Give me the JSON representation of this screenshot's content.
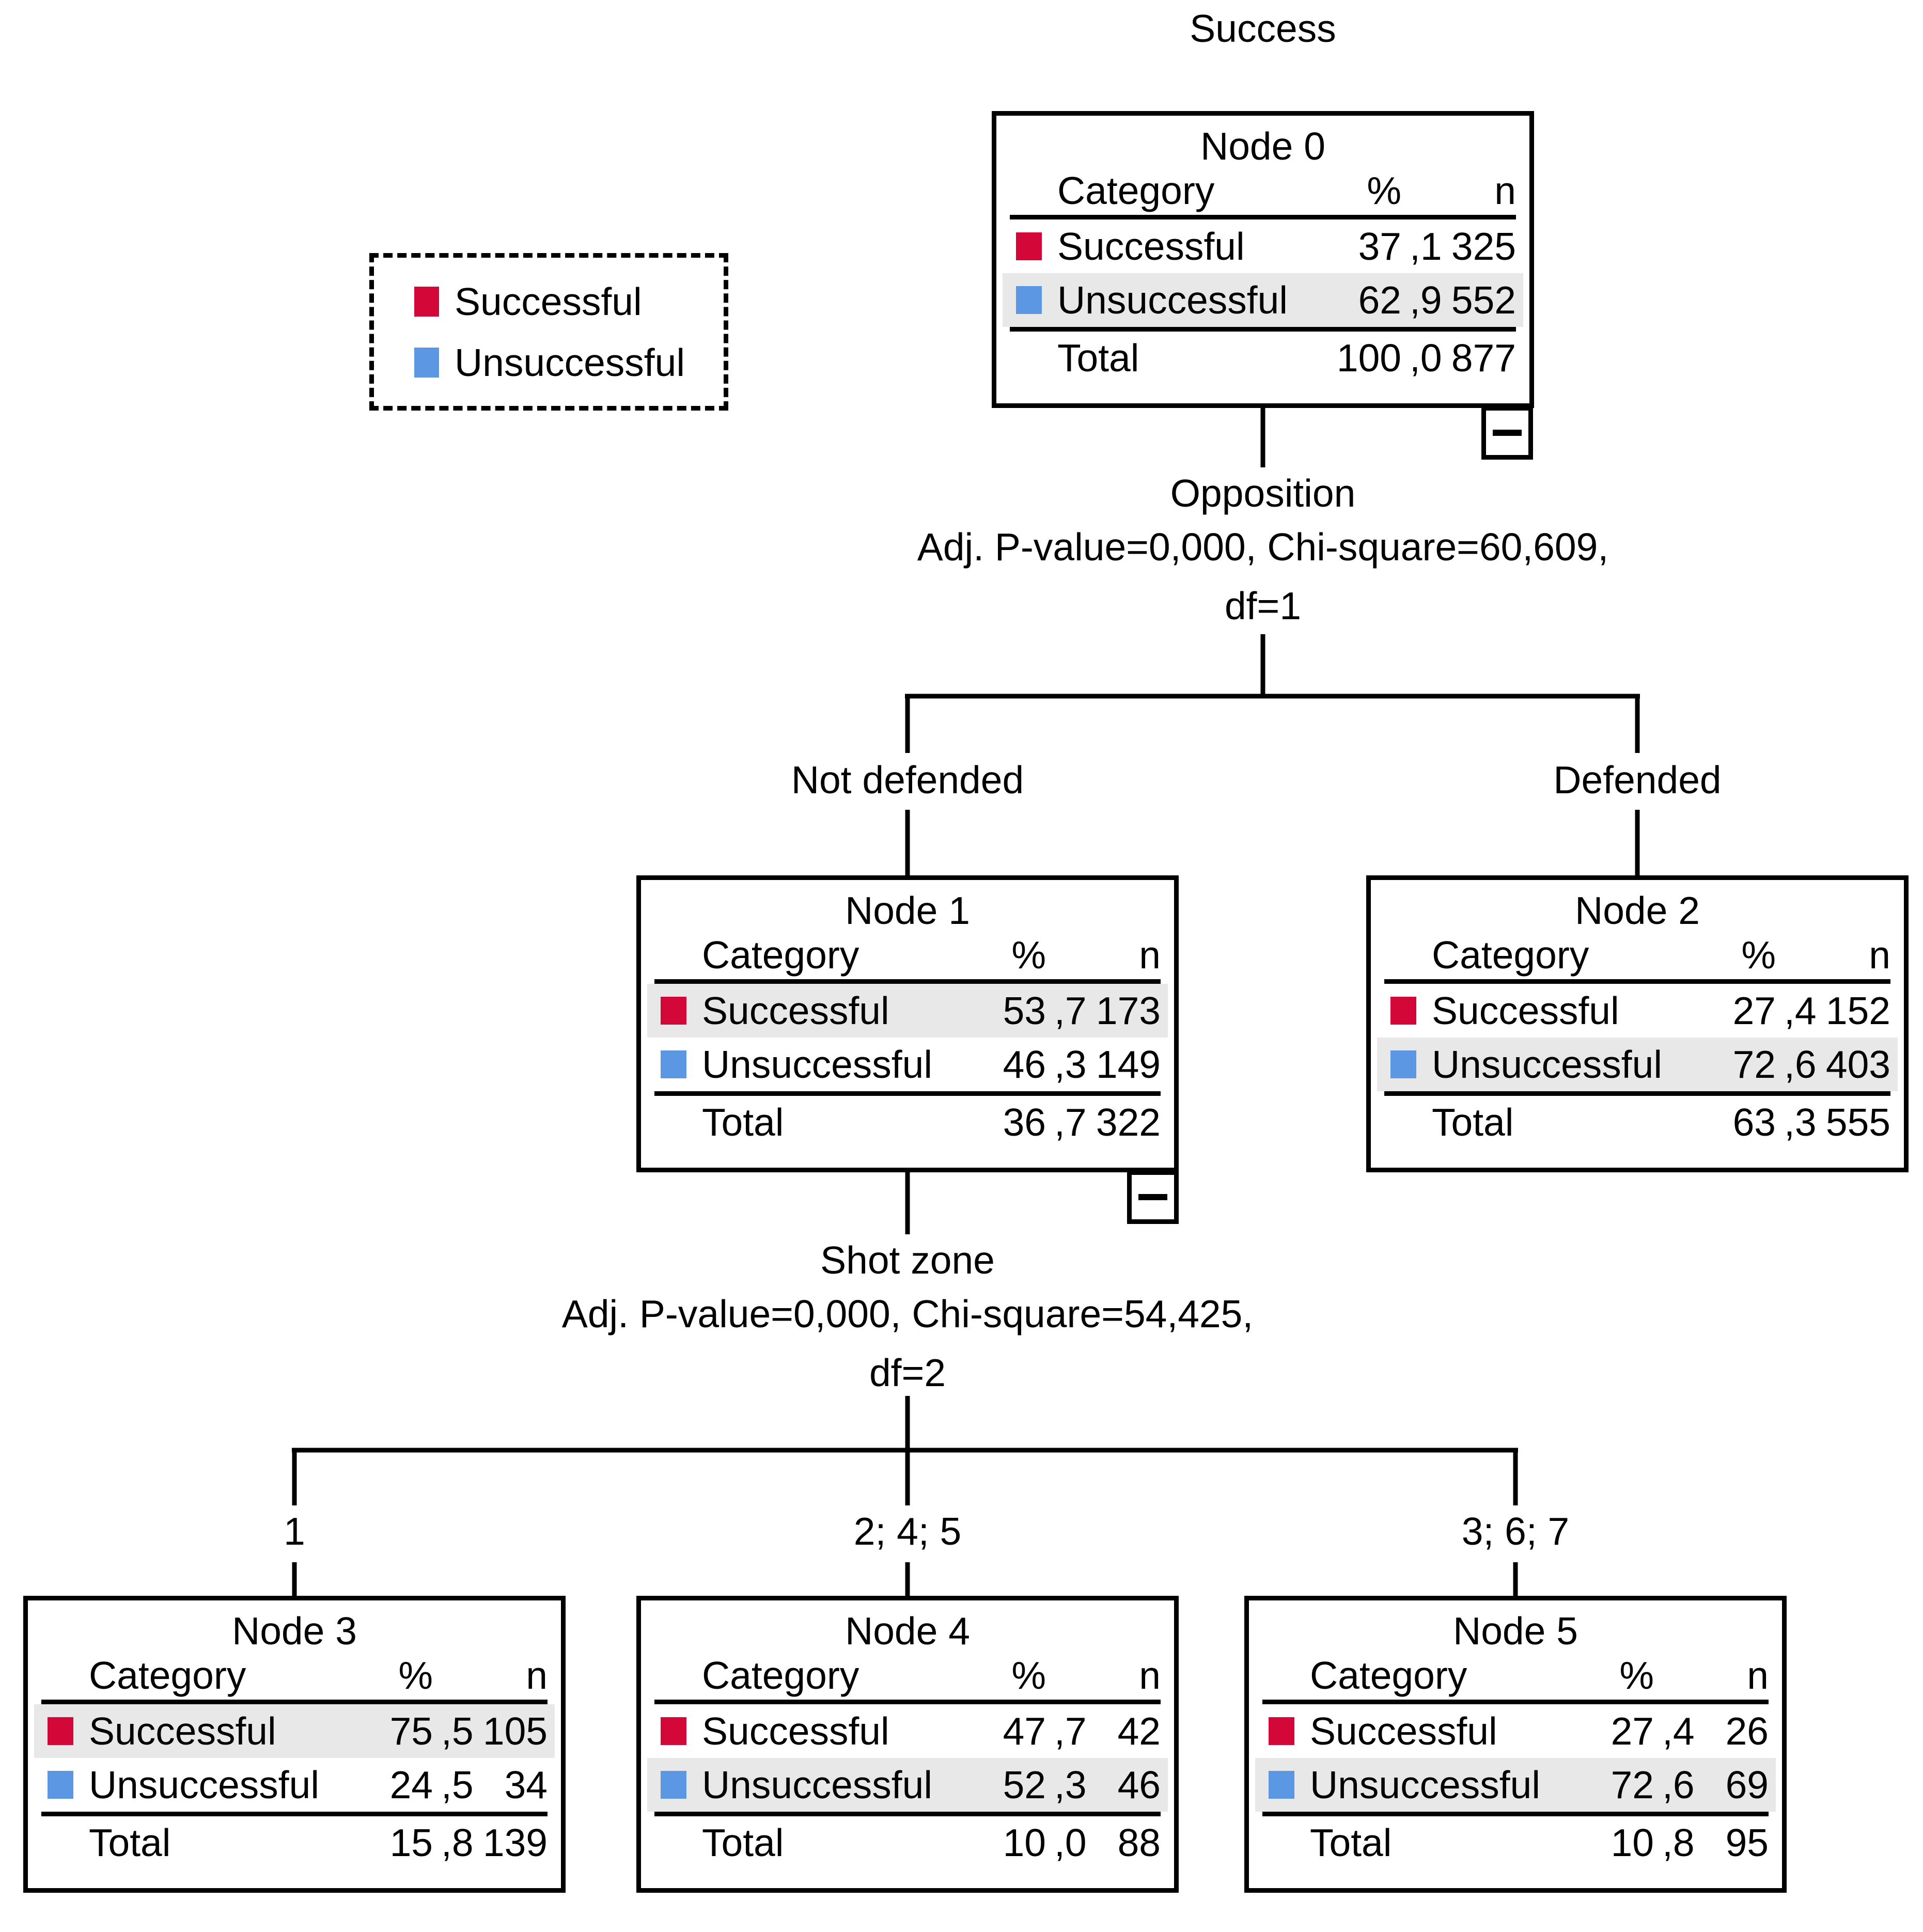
{
  "title": "Success",
  "colors": {
    "successful": "#D30838",
    "unsuccessful": "#5B97E3",
    "highlight_row": "#E8E8E8",
    "line": "#000000"
  },
  "legend": {
    "items": [
      {
        "label": "Successful"
      },
      {
        "label": "Unsuccessful"
      }
    ]
  },
  "table_headers": {
    "category": "Category",
    "percent": "%",
    "n": "n"
  },
  "splits": [
    {
      "variable": "Opposition",
      "stats": "Adj. P-value=0,000, Chi-square=60,609,",
      "df": "df=1"
    },
    {
      "variable": "Shot zone",
      "stats": "Adj. P-value=0,000, Chi-square=54,425,",
      "df": "df=2"
    }
  ],
  "nodes": [
    {
      "title": "Node 0",
      "branch": "",
      "rows": [
        {
          "category": "Successful",
          "pct_int": "37",
          "pct_dec": ",1",
          "n": "325",
          "highlighted": false
        },
        {
          "category": "Unsuccessful",
          "pct_int": "62",
          "pct_dec": ",9",
          "n": "552",
          "highlighted": true
        }
      ],
      "total": {
        "label": "Total",
        "pct_int": "100",
        "pct_dec": ",0",
        "n": "877"
      },
      "collapsible": true
    },
    {
      "title": "Node 1",
      "branch": "Not defended",
      "rows": [
        {
          "category": "Successful",
          "pct_int": "53",
          "pct_dec": ",7",
          "n": "173",
          "highlighted": true
        },
        {
          "category": "Unsuccessful",
          "pct_int": "46",
          "pct_dec": ",3",
          "n": "149",
          "highlighted": false
        }
      ],
      "total": {
        "label": "Total",
        "pct_int": "36",
        "pct_dec": ",7",
        "n": "322"
      },
      "collapsible": true
    },
    {
      "title": "Node 2",
      "branch": "Defended",
      "rows": [
        {
          "category": "Successful",
          "pct_int": "27",
          "pct_dec": ",4",
          "n": "152",
          "highlighted": false
        },
        {
          "category": "Unsuccessful",
          "pct_int": "72",
          "pct_dec": ",6",
          "n": "403",
          "highlighted": true
        }
      ],
      "total": {
        "label": "Total",
        "pct_int": "63",
        "pct_dec": ",3",
        "n": "555"
      },
      "collapsible": false
    },
    {
      "title": "Node 3",
      "branch": "1",
      "rows": [
        {
          "category": "Successful",
          "pct_int": "75",
          "pct_dec": ",5",
          "n": "105",
          "highlighted": true
        },
        {
          "category": "Unsuccessful",
          "pct_int": "24",
          "pct_dec": ",5",
          "n": "34",
          "highlighted": false
        }
      ],
      "total": {
        "label": "Total",
        "pct_int": "15",
        "pct_dec": ",8",
        "n": "139"
      },
      "collapsible": false
    },
    {
      "title": "Node 4",
      "branch": "2; 4; 5",
      "rows": [
        {
          "category": "Successful",
          "pct_int": "47",
          "pct_dec": ",7",
          "n": "42",
          "highlighted": false
        },
        {
          "category": "Unsuccessful",
          "pct_int": "52",
          "pct_dec": ",3",
          "n": "46",
          "highlighted": true
        }
      ],
      "total": {
        "label": "Total",
        "pct_int": "10",
        "pct_dec": ",0",
        "n": "88"
      },
      "collapsible": false
    },
    {
      "title": "Node 5",
      "branch": "3; 6; 7",
      "rows": [
        {
          "category": "Successful",
          "pct_int": "27",
          "pct_dec": ",4",
          "n": "26",
          "highlighted": false
        },
        {
          "category": "Unsuccessful",
          "pct_int": "72",
          "pct_dec": ",6",
          "n": "69",
          "highlighted": true
        }
      ],
      "total": {
        "label": "Total",
        "pct_int": "10",
        "pct_dec": ",8",
        "n": "95"
      },
      "collapsible": false
    }
  ]
}
